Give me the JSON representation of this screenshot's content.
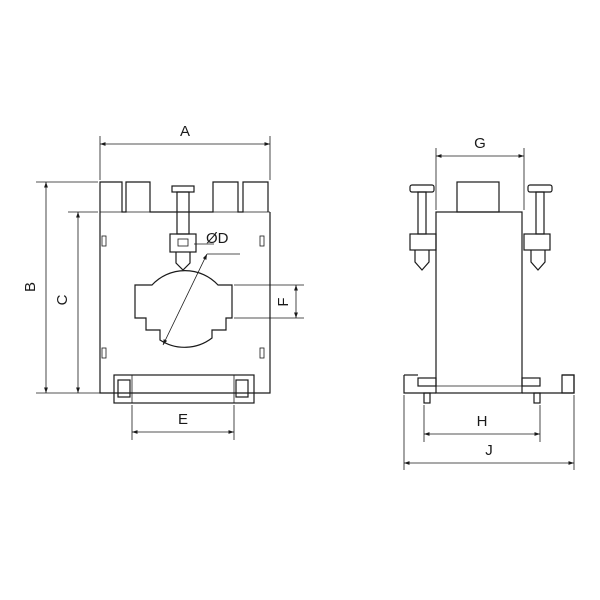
{
  "labels": {
    "a": "A",
    "b": "B",
    "c": "C",
    "d": "ØD",
    "e": "E",
    "f": "F",
    "g": "G",
    "h": "H",
    "j": "J"
  }
}
